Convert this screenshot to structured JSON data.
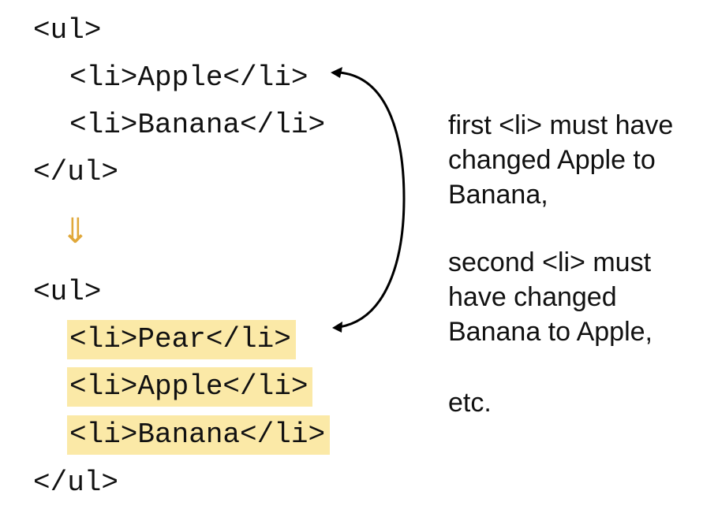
{
  "before": {
    "open": "<ul>",
    "items": [
      "<li>Apple</li>",
      "<li>Banana</li>"
    ],
    "close": "</ul>"
  },
  "transition_arrow": "⇓",
  "after": {
    "open": "<ul>",
    "items": [
      "<li>Pear</li>",
      "<li>Apple</li>",
      "<li>Banana</li>"
    ],
    "close": "</ul>"
  },
  "notes": [
    [
      "first <li> must have",
      "changed Apple to",
      "Banana,"
    ],
    [
      "second <li> must",
      "have changed",
      "Banana to Apple,"
    ],
    [
      "etc."
    ]
  ],
  "colors": {
    "highlight": "#fbe9a7",
    "arrow": "#e0a83a"
  }
}
